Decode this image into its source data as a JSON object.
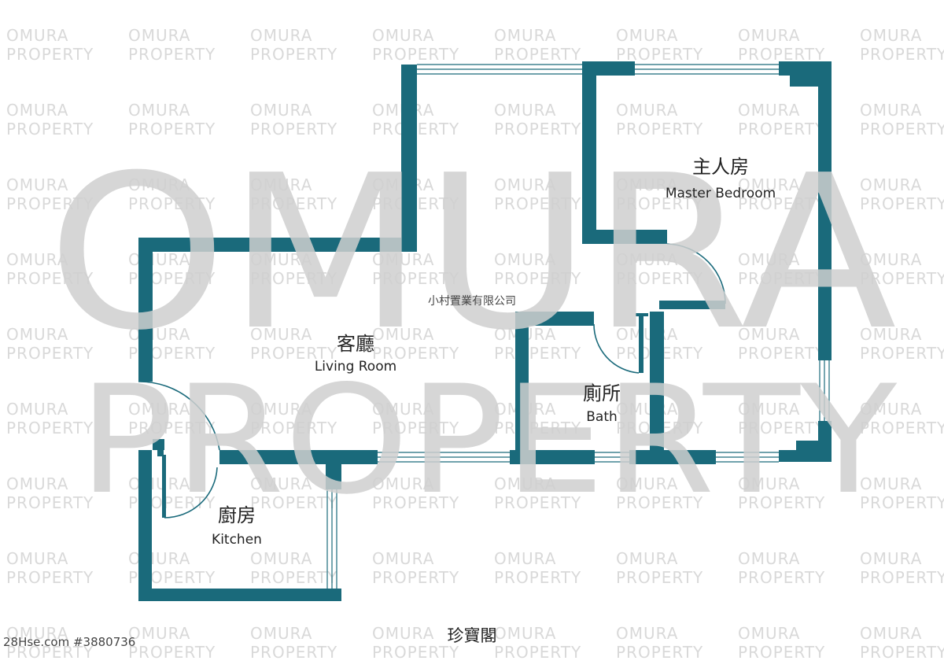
{
  "watermark": {
    "small_line1": "OMURA",
    "small_line2": "PROPERTY",
    "big_line1": "OMURA",
    "big_line2": "PROPERTY"
  },
  "company": "小村置業有限公司",
  "building_name": "珍寶閣",
  "listing_id": "28Hse.com #3880736",
  "rooms": {
    "master_bedroom": {
      "name_cn": "主人房",
      "name_en": "Master Bedroom"
    },
    "living_room": {
      "name_cn": "客廳",
      "name_en": "Living Room"
    },
    "bath": {
      "name_cn": "廁所",
      "name_en": "Bath"
    },
    "kitchen": {
      "name_cn": "廚房",
      "name_en": "Kitchen"
    }
  },
  "colors": {
    "wall": "#1a6a7b",
    "watermark": "#cfcfcf"
  }
}
